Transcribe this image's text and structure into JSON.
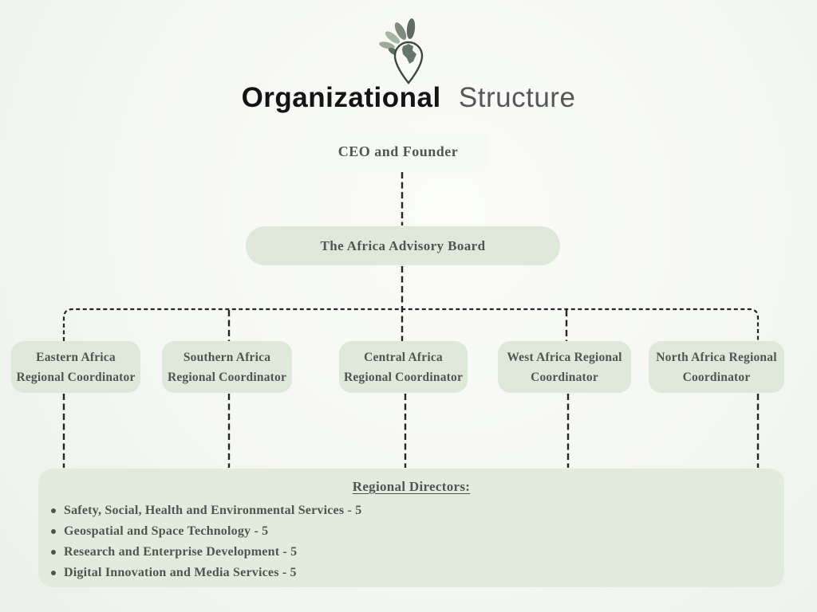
{
  "title": {
    "bold": "Organizational",
    "light": "Structure"
  },
  "icons": {
    "logo": "africa-location-pin-with-leaves"
  },
  "nodes": {
    "ceo": "CEO and Founder",
    "advisory": "The Africa Advisory Board"
  },
  "coordinators": [
    {
      "line1": "Eastern Africa",
      "line2": "Regional Coordinator"
    },
    {
      "line1": "Southern Africa",
      "line2": "Regional Coordinator"
    },
    {
      "line1": "Central Africa",
      "line2": "Regional Coordinator"
    },
    {
      "line1": "West Africa Regional",
      "line2": "Coordinator"
    },
    {
      "line1": "North Africa Regional",
      "line2": "Coordinator"
    }
  ],
  "directors": {
    "heading": "Regional Directors:",
    "items": [
      "Safety, Social, Health and Environmental Services - 5",
      "Geospatial and Space Technology - 5",
      "Research and Enterprise Development - 5",
      "Digital Innovation and Media Services - 5"
    ]
  },
  "colors": {
    "box_green": "#dfe9db",
    "box_bottom_green": "#e3ebdf",
    "box_white": "#f6f9f4",
    "text_dark": "#4e574f",
    "title_black": "#141414",
    "title_gray": "#575757",
    "line_dark": "#262626"
  }
}
